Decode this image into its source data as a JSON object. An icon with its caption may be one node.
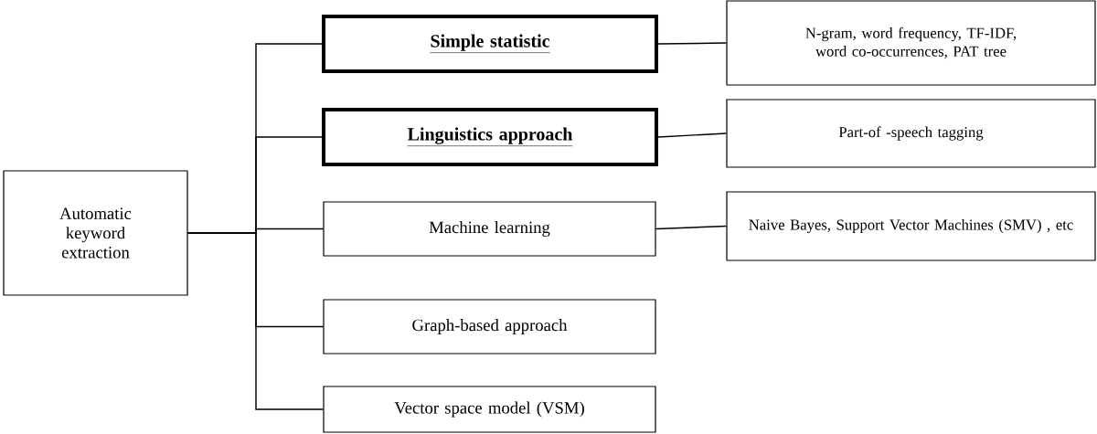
{
  "diagram": {
    "nodes": [
      {
        "text": [
          "Automatic keyword extraction"
        ]
      },
      {
        "text": [
          "Simple statistic"
        ]
      },
      {
        "text": [
          "N-gram, word frequency, TF-IDF, word co-occurrences, PAT tree"
        ]
      },
      {
        "text": [
          "Linguistics approach"
        ]
      },
      {
        "text": [
          "Part-of -speech tagging"
        ]
      },
      {
        "text": [
          "Machine learning"
        ]
      },
      {
        "text": [
          "Naive Bayes, Support Vector Machines (SMV) , etc"
        ]
      },
      {
        "text": [
          "Graph-based approach"
        ]
      },
      {
        "text": [
          "Vector space model (VSM)"
        ]
      }
    ],
    "edges": [
      {
        "from": 0,
        "to": 1,
        "arrow": "none"
      },
      {
        "from": 0,
        "to": 3,
        "arrow": "none"
      },
      {
        "from": 0,
        "to": 5,
        "arrow": "none"
      },
      {
        "from": 0,
        "to": 7,
        "arrow": "none"
      },
      {
        "from": 0,
        "to": 8,
        "arrow": "none"
      },
      {
        "from": 1,
        "to": 2,
        "arrow": "none"
      },
      {
        "from": 3,
        "to": 4,
        "arrow": "none"
      },
      {
        "from": 5,
        "to": 6,
        "arrow": "none"
      }
    ]
  }
}
